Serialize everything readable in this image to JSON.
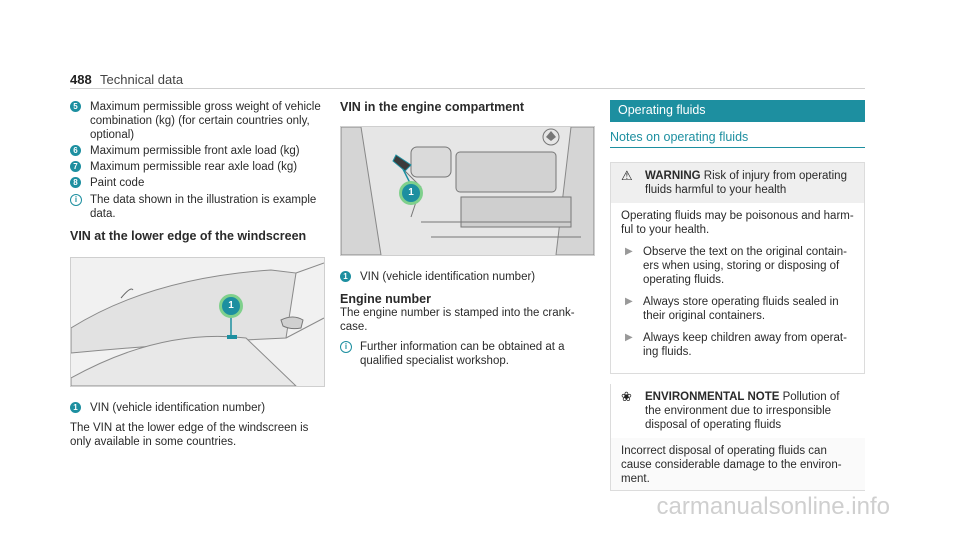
{
  "header": {
    "page_number": "488",
    "section": "Technical data"
  },
  "col1": {
    "items": [
      {
        "num": "5",
        "text": "Maximum permissible gross weight of vehicle combination (kg) (for certain countries only, optional)"
      },
      {
        "num": "6",
        "text": "Maximum permissible front axle load (kg)"
      },
      {
        "num": "7",
        "text": "Maximum permissible rear axle load (kg)"
      },
      {
        "num": "8",
        "text": "Paint code"
      }
    ],
    "note": "The data shown in the illustration is example data.",
    "heading": "VIN at the lower edge of the windscreen",
    "figure_callout": "1",
    "caption_num": "1",
    "caption": "VIN (vehicle identification number)",
    "para": "The VIN at the lower edge of the windscreen is only available in some countries."
  },
  "col2": {
    "heading": "VIN in the engine compartment",
    "figure_callout": "1",
    "caption_num": "1",
    "caption": "VIN (vehicle identification number)",
    "sub_heading": "Engine number",
    "para": "The engine number is stamped into the crank-case.",
    "note": "Further information can be obtained at a qualified specialist workshop."
  },
  "col3": {
    "bar_title": "Operating fluids",
    "sub_title": "Notes on operating fluids",
    "warning": {
      "label": "WARNING",
      "title": "Risk of injury from operating fluids harmful to your health",
      "body": "Operating fluids may be poisonous and harm-ful to your health.",
      "bullets": [
        "Observe the text on the original contain-ers when using, storing or disposing of operating fluids.",
        "Always store operating fluids sealed in their original containers.",
        "Always keep children away from operat-ing fluids."
      ]
    },
    "environment": {
      "label": "ENVIRONMENTAL NOTE",
      "title": "Pollution of the environment due to irresponsible disposal of operating fluids",
      "body": "Incorrect disposal of operating fluids can cause considerable damage to the environ-ment."
    }
  },
  "watermark": "carmanualsonline.info"
}
